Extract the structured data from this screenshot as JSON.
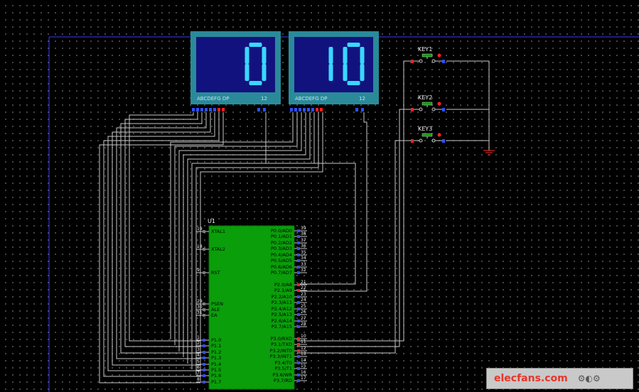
{
  "displays": [
    {
      "digits": "0",
      "label": "ABCDEFG  DP",
      "common": "12"
    },
    {
      "digits": "10",
      "label": "ABCDEFG  DP",
      "common": "12"
    }
  ],
  "keys": [
    "KEY1",
    "KEY2",
    "KEY3"
  ],
  "chip": {
    "ref": "U1",
    "left_pins": [
      {
        "num": "19",
        "name": "XTAL1"
      },
      {
        "num": "18",
        "name": "XTAL2"
      },
      {
        "num": "9",
        "name": "RST"
      },
      {
        "num": "29",
        "name": "PSEN"
      },
      {
        "num": "30",
        "name": "ALE"
      },
      {
        "num": "31",
        "name": "EA"
      },
      {
        "num": "1",
        "name": "P1.0"
      },
      {
        "num": "2",
        "name": "P1.1"
      },
      {
        "num": "3",
        "name": "P1.2"
      },
      {
        "num": "4",
        "name": "P1.3"
      },
      {
        "num": "5",
        "name": "P1.4"
      },
      {
        "num": "6",
        "name": "P1.5"
      },
      {
        "num": "7",
        "name": "P1.6"
      },
      {
        "num": "8",
        "name": "P1.7"
      }
    ],
    "right_pins": [
      {
        "num": "39",
        "name": "P0.0/AD0"
      },
      {
        "num": "38",
        "name": "P0.1/AD1"
      },
      {
        "num": "37",
        "name": "P0.2/AD2"
      },
      {
        "num": "36",
        "name": "P0.3/AD3"
      },
      {
        "num": "35",
        "name": "P0.4/AD4"
      },
      {
        "num": "34",
        "name": "P0.5/AD5"
      },
      {
        "num": "33",
        "name": "P0.6/AD6"
      },
      {
        "num": "32",
        "name": "P0.7/AD7"
      },
      {
        "num": "21",
        "name": "P2.0/A8"
      },
      {
        "num": "22",
        "name": "P2.1/A9"
      },
      {
        "num": "23",
        "name": "P2.2/A10"
      },
      {
        "num": "24",
        "name": "P2.3/A11"
      },
      {
        "num": "25",
        "name": "P2.4/A12"
      },
      {
        "num": "26",
        "name": "P2.5/A13"
      },
      {
        "num": "27",
        "name": "P2.6/A14"
      },
      {
        "num": "28",
        "name": "P2.7/A15"
      },
      {
        "num": "10",
        "name": "P3.0/RXD"
      },
      {
        "num": "11",
        "name": "P3.1/TXD"
      },
      {
        "num": "12",
        "name": "P3.2/INT0"
      },
      {
        "num": "13",
        "name": "P3.3/INT1"
      },
      {
        "num": "14",
        "name": "P3.4/T0"
      },
      {
        "num": "15",
        "name": "P3.5/T1"
      },
      {
        "num": "16",
        "name": "P3.6/WR"
      },
      {
        "num": "17",
        "name": "P3.7/RD"
      }
    ]
  },
  "watermark": "elecfans.com",
  "colors": {
    "display_bezel": "#2a8a9a",
    "display_face": "#12127e",
    "segment_on": "#38d8ff",
    "chip_body": "#0a9e0a",
    "pin_blue": "#3050ff",
    "pin_red": "#ff2020",
    "wire": "#c8c8c8"
  }
}
